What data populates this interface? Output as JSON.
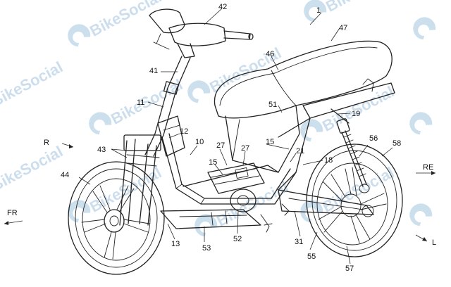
{
  "watermark": {
    "text": "BikeSocial",
    "color": "#8fb8d8"
  },
  "directions": {
    "rear_left": "R",
    "rear_right": "RE",
    "front": "FR",
    "left": "L"
  },
  "reference_numbers": {
    "n1": "1",
    "n10": "10",
    "n11": "11",
    "n12": "12",
    "n13": "13",
    "n15a": "15",
    "n15b": "15",
    "n18": "18",
    "n19": "19",
    "n21": "21",
    "n27a": "27",
    "n27b": "27",
    "n31": "31",
    "n41": "41",
    "n42": "42",
    "n43": "43",
    "n44": "44",
    "n46": "46",
    "n47": "47",
    "n51": "51",
    "n52": "52",
    "n53": "53",
    "n55": "55",
    "n56": "56",
    "n57": "57",
    "n58": "58"
  }
}
